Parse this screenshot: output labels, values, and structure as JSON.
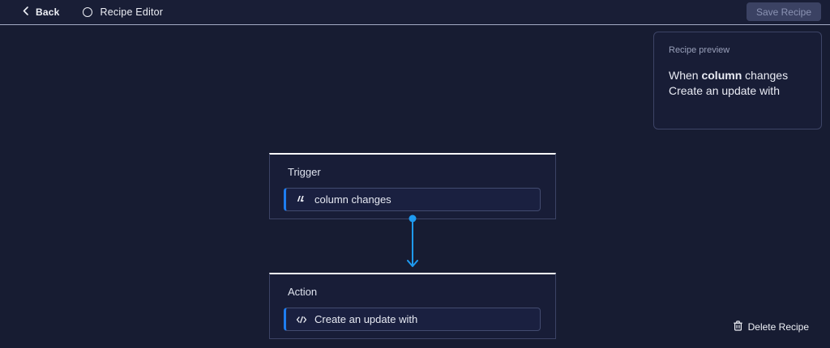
{
  "topbar": {
    "back_label": "Back",
    "title": "Recipe Editor",
    "save_button_label": "Save Recipe"
  },
  "preview": {
    "label": "Recipe preview",
    "sentence_prefix": "When ",
    "sentence_bold": "column",
    "sentence_suffix": " changes Create an update with"
  },
  "trigger": {
    "label": "Trigger",
    "field_text": "column changes",
    "icon": "column-changes-icon"
  },
  "action": {
    "label": "Action",
    "field_text": "Create an update with",
    "icon": "code-icon"
  },
  "footer": {
    "delete_label": "Delete Recipe"
  },
  "colors": {
    "background": "#171c32",
    "card_background": "#181d37",
    "card_border": "#3c4365",
    "card_top_border": "#ffffff",
    "field_accent_blue": "#1e7df0",
    "arrow_blue": "#1e9af0",
    "text_primary": "#e9ebf4",
    "text_muted": "#99a0ba",
    "save_button_bg": "#3b4263",
    "save_button_text": "#8b93b3",
    "topbar_divider": "#a3abc4"
  }
}
